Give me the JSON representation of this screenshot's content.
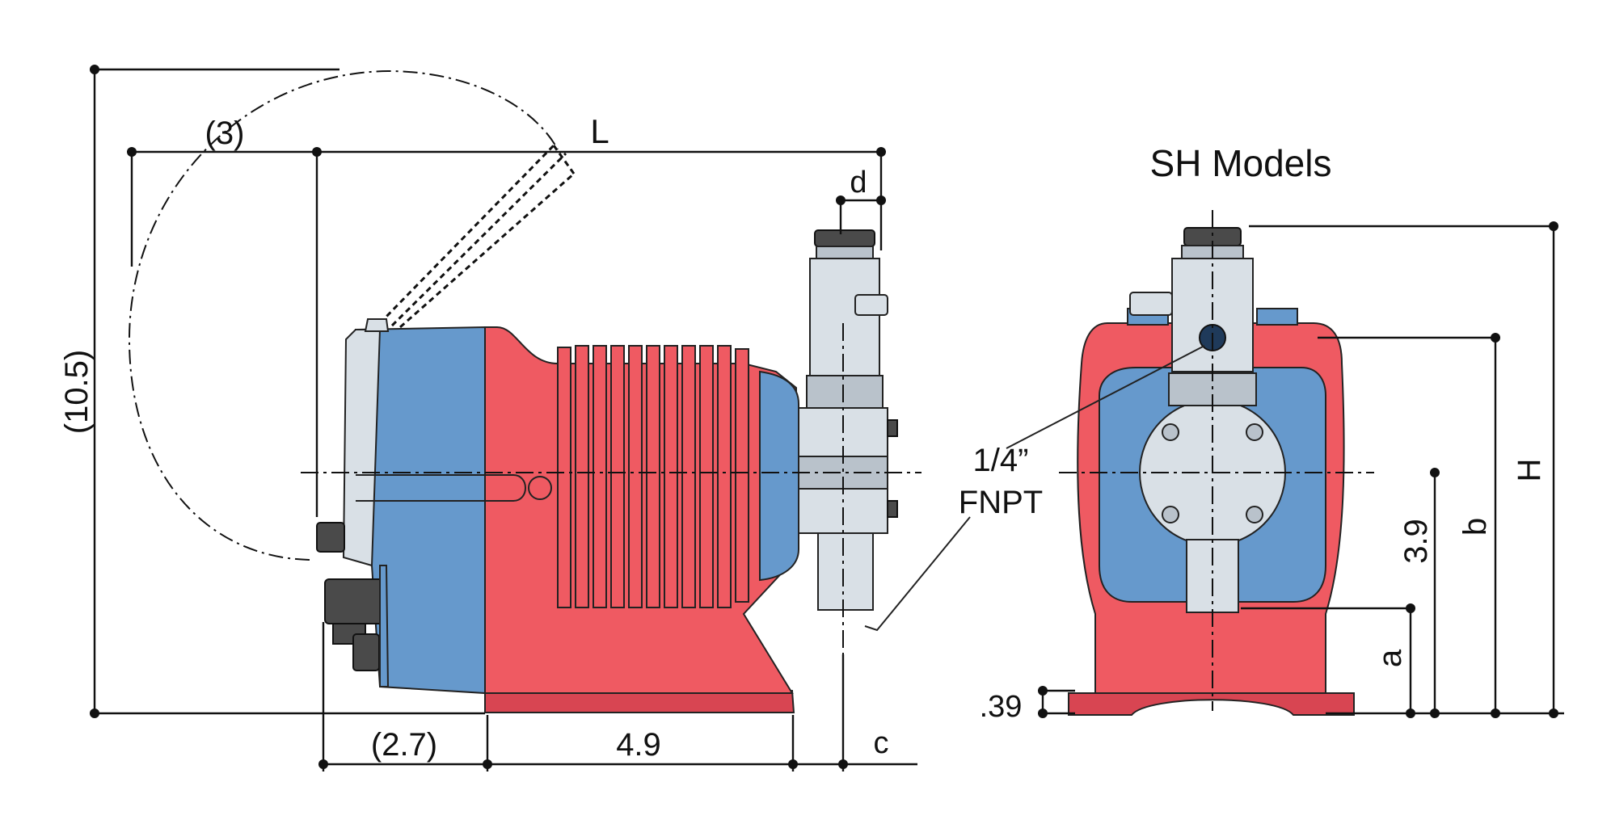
{
  "left_view": {
    "dim_overall_height": "(10.5)",
    "dim_cover_swing": "(3)",
    "dim_length": "L",
    "dim_d": "d",
    "dim_rear": "(2.7)",
    "dim_base": "4.9",
    "dim_c": "c"
  },
  "right_view": {
    "title": "SH Models",
    "port_label_line1": "1/4”",
    "port_label_line2": "FNPT",
    "dim_H": "H",
    "dim_b": "b",
    "dim_centerline": "3.9",
    "dim_a": "a",
    "dim_base_thickness": ".39"
  },
  "colors": {
    "housing_red": "#ef5a62",
    "housing_blue": "#6699cc",
    "steel": "#d9e0e6"
  }
}
